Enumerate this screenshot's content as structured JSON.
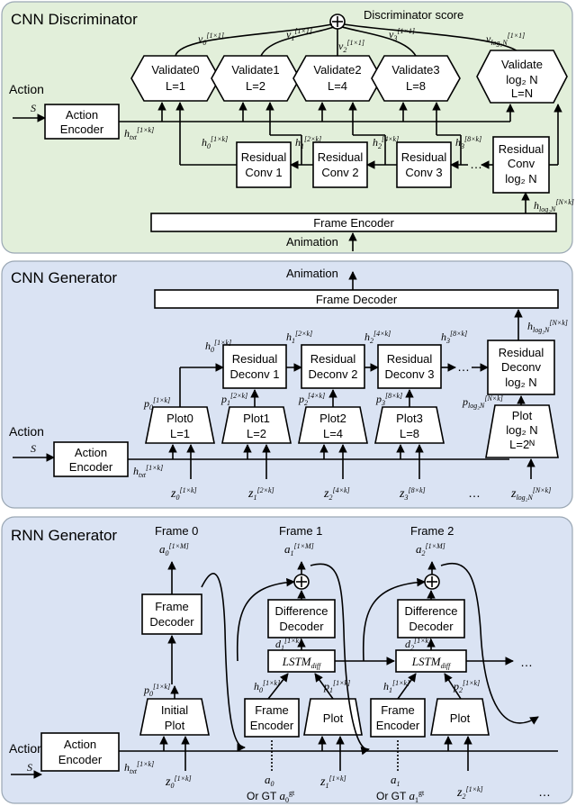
{
  "colors": {
    "disc_bg": "#e2efda",
    "gen_bg": "#dae3f3",
    "panel_border": "#9aa7b4"
  },
  "disc": {
    "title": "CNN Discriminator",
    "score": "Discriminator score",
    "action": "Action",
    "s": "S",
    "action_encoder": [
      "Action",
      "Encoder"
    ],
    "h_txt": "h",
    "h_txt_sup": "[1×k]",
    "h_txt_sub": "txt",
    "validate": [
      {
        "name": "Validate0",
        "l": "L=1"
      },
      {
        "name": "Validate1",
        "l": "L=2"
      },
      {
        "name": "Validate2",
        "l": "L=4"
      },
      {
        "name": "Validate3",
        "l": "L=8"
      },
      {
        "name": "Validate",
        "sub": "log₂ N",
        "l": "L=N"
      }
    ],
    "v_labels": [
      "v0[1×1]",
      "v1[1×1]",
      "v2[1×1]",
      "v3[1×1]",
      "vlog₂N[1×1]"
    ],
    "residual": [
      [
        "Residual",
        "Conv 1"
      ],
      [
        "Residual",
        "Conv 2"
      ],
      [
        "Residual",
        "Conv 3"
      ],
      [
        "Residual",
        "Conv",
        "log₂ N"
      ]
    ],
    "h_labels": [
      "h0[1×k]",
      "h1[2×k]",
      "h2[4×k]",
      "h3[8×k]",
      "hlog₂N[N×k]"
    ],
    "frame_encoder": "Frame Encoder",
    "animation": "Animation",
    "ellipsis": "…"
  },
  "cnngen": {
    "title": "CNN Generator",
    "animation": "Animation",
    "frame_decoder": "Frame Decoder",
    "action": "Action",
    "s": "S",
    "action_encoder": [
      "Action",
      "Encoder"
    ],
    "h_txt": "h",
    "h_txt_sup": "[1×k]",
    "h_txt_sub": "txt",
    "deconv": [
      [
        "Residual",
        "Deconv 1"
      ],
      [
        "Residual",
        "Deconv 2"
      ],
      [
        "Residual",
        "Deconv 3"
      ],
      [
        "Residual",
        "Deconv",
        "log₂ N"
      ]
    ],
    "plots": [
      [
        "Plot0",
        "L=1"
      ],
      [
        "Plot1",
        "L=2"
      ],
      [
        "Plot2",
        "L=4"
      ],
      [
        "Plot3",
        "L=8"
      ],
      [
        "Plot",
        "log₂ N",
        "L=2ᴺ"
      ]
    ],
    "h_labels": [
      "h0[1×k]",
      "h1[2×k]",
      "h2[4×k]",
      "h3[8×k]",
      "hlog₂N[N×k]"
    ],
    "p_labels": [
      "p0[1×k]",
      "p1[2×k]",
      "p2[4×k]",
      "p3[8×k]",
      "plog₂N[N×k]"
    ],
    "z_labels": [
      "z0[1×k]",
      "z1[2×k]",
      "z2[4×k]",
      "z3[8×k]",
      "zlog₂N[N×k]"
    ],
    "ellipsis": "…"
  },
  "rnngen": {
    "title": "RNN Generator",
    "frames": [
      "Frame 0",
      "Frame 1",
      "Frame 2"
    ],
    "a_labels": [
      "a0[1×M]",
      "a1[1×M]",
      "a2[1×M]"
    ],
    "frame_decoder": [
      "Frame",
      "Decoder"
    ],
    "diff_decoder": [
      "Difference",
      "Decoder"
    ],
    "lstm": "LSTM",
    "lstm_sub": "diff",
    "initial_plot": [
      "Initial",
      "Plot"
    ],
    "frame_encoder": [
      "Frame",
      "Encoder"
    ],
    "plot": "Plot",
    "action": "Action",
    "s": "S",
    "action_encoder": [
      "Action",
      "Encoder"
    ],
    "h_txt": "h",
    "h_txt_sup": "[1×k]",
    "h_txt_sub": "txt",
    "p_labels": [
      "p0[1×k]",
      "p1[1×k]",
      "p2[1×k]"
    ],
    "h_labels": [
      "h0[1×k]",
      "h1[1×k]"
    ],
    "d_labels": [
      "d1[1×k]",
      "d2[1×k]"
    ],
    "bottom_a": [
      "a0",
      "a1"
    ],
    "bottom_gt": [
      "Or GT a0gt",
      "Or GT a1gt"
    ],
    "z_labels": [
      "z0[1×k]",
      "z1[1×k]",
      "z2[1×k]"
    ],
    "ellipsis": "…"
  }
}
